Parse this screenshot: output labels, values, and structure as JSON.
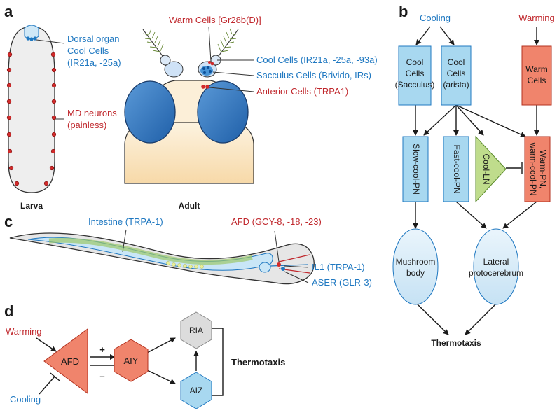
{
  "panels": {
    "a": "a",
    "b": "b",
    "c": "c",
    "d": "d"
  },
  "panel_a": {
    "dorsal_organ": [
      "Dorsal organ",
      "Cool Cells",
      "(IR21a, -25a)"
    ],
    "md_neurons": [
      "MD neurons",
      "(painless)"
    ],
    "larva": "Larva",
    "adult": "Adult",
    "warm_cells": "Warm Cells [Gr28b(D)]",
    "cool_cells": "Cool Cells (IR21a, -25a, -93a)",
    "sacculus_cells": "Sacculus Cells (Brivido, IRs)",
    "anterior_cells": "Anterior Cells (TRPA1)"
  },
  "panel_b": {
    "cooling": "Cooling",
    "warming": "Warming",
    "cool_sacculus": [
      "Cool",
      "Cells",
      "(Sacculus)"
    ],
    "cool_arista": [
      "Cool",
      "Cells",
      "(arista)"
    ],
    "warm_cells": [
      "Warm",
      "Cells"
    ],
    "slow_cool_pn": "Slow-cool-PN",
    "fast_cool_pn": "Fast-cool-PN",
    "cool_ln": "Cool-LN",
    "warm_pn": [
      "Warm-PN,",
      "warm-cool-PN"
    ],
    "mushroom_body": [
      "Mushroom",
      "body"
    ],
    "lateral_protocerebrum": [
      "Lateral",
      "protocerebrum"
    ],
    "thermotaxis": "Thermotaxis"
  },
  "panel_c": {
    "intestine": "Intestine (TRPA-1)",
    "afd": "AFD (GCY-8, -18, -23)",
    "il1": "IL1 (TRPA-1)",
    "aser": "ASER (GLR-3)"
  },
  "panel_d": {
    "warming": "Warming",
    "cooling": "Cooling",
    "afd": "AFD",
    "aiy": "AIY",
    "ria": "RIA",
    "aiz": "AIZ",
    "plus": "+",
    "minus": "–",
    "thermotaxis": "Thermotaxis"
  },
  "colors": {
    "blue_text": "#1f78c1",
    "red_text": "#c0282d",
    "cool_fill": "#a8d8f0",
    "warm_fill": "#f0846c",
    "green_fill": "#bfdc8c",
    "grey_fill": "#dcdcdc",
    "pale_blue": "#d8ecf8"
  }
}
